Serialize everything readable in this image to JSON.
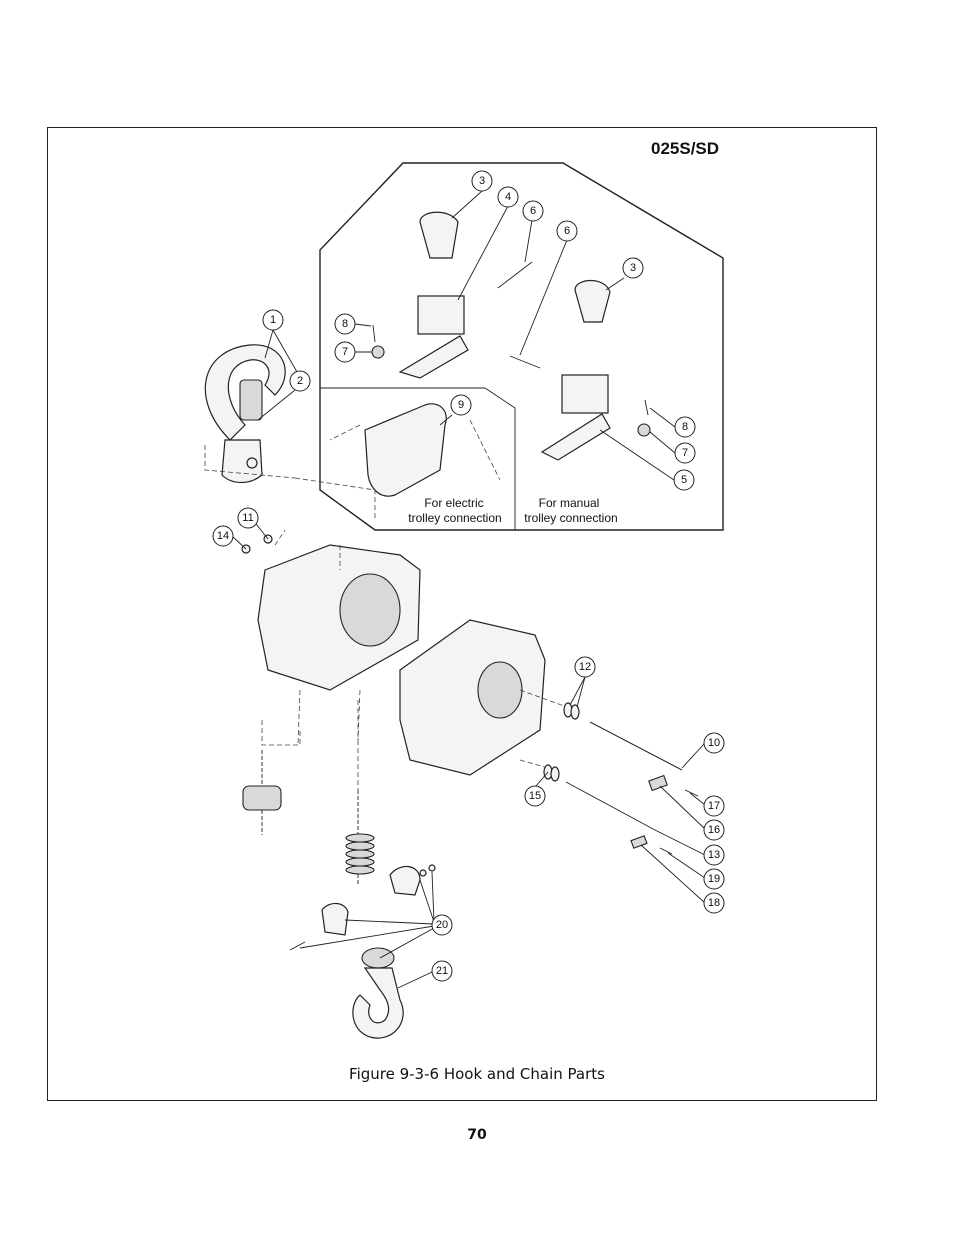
{
  "model_label": "025S/SD",
  "caption": "Figure 9-3-6 Hook and Chain Parts",
  "page_number": "70",
  "panels": {
    "electric": [
      "For electric",
      "trolley connection"
    ],
    "manual": [
      "For manual",
      "trolley connection"
    ]
  },
  "callouts": [
    "1",
    "2",
    "3",
    "4",
    "6",
    "6",
    "3",
    "8",
    "7",
    "9",
    "8",
    "7",
    "5",
    "11",
    "14",
    "12",
    "10",
    "15",
    "17",
    "16",
    "13",
    "19",
    "18",
    "20",
    "21"
  ]
}
